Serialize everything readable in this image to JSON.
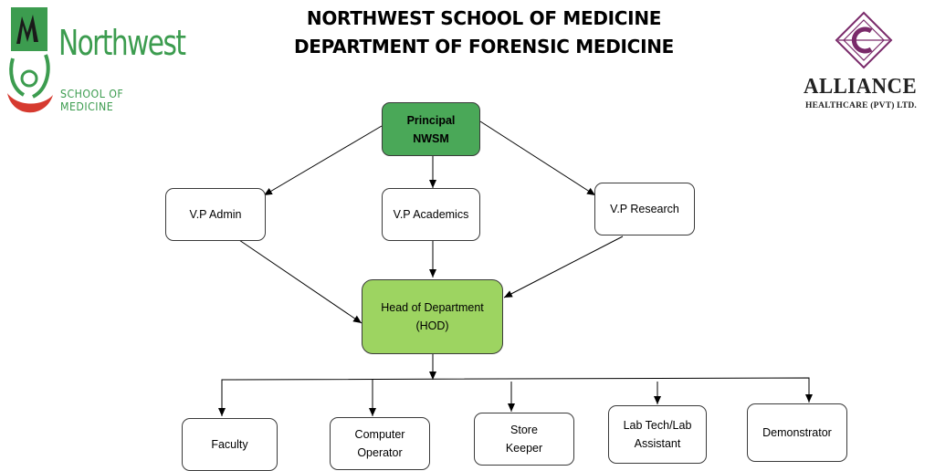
{
  "header": {
    "line1": "NORTHWEST SCHOOL OF MEDICINE",
    "line2": "DEPARTMENT OF FORENSIC MEDICINE"
  },
  "logo_left": {
    "icon": "northwest-school-logo",
    "name": "Northwest",
    "subtitle": "SCHOOL OF MEDICINE"
  },
  "logo_right": {
    "icon": "alliance-healthcare-logo",
    "name": "ALLIANCE",
    "subtitle": "HEALTHCARE (PVT) LTD."
  },
  "chart": {
    "principal": "Principal\nNWSM",
    "vp_admin": "V.P Admin",
    "vp_academics": "V.P Academics",
    "vp_research": "V.P Research",
    "hod": "Head of Department\n(HOD)",
    "faculty": "Faculty",
    "computer_operator": "Computer\nOperator",
    "store_keeper": "Store\nKeeper",
    "lab_tech": "Lab Tech/Lab\nAssistant",
    "demonstrator": "Demonstrator"
  },
  "colors": {
    "principal": "#4aa858",
    "hod": "#9dd461",
    "brand_green": "#3c9c4f",
    "brand_red": "#d63a2f",
    "brand_purple": "#7a2a6a"
  }
}
